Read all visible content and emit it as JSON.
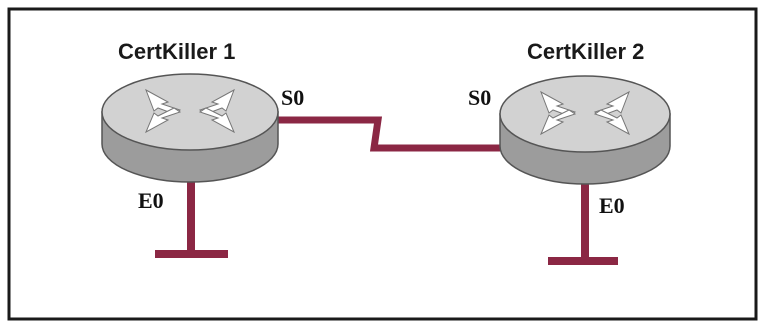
{
  "colors": {
    "frame": "#1a1a1a",
    "link": "#8b2744",
    "router_top": "#d2d2d2",
    "router_body": "#9c9c9c",
    "router_arrows": "#ffffff"
  },
  "routers": [
    {
      "name": "CertKiller 1",
      "icon": "router-icon",
      "serial_interface": "S0",
      "ethernet_interface": "E0"
    },
    {
      "name": "CertKiller 2",
      "icon": "router-icon",
      "serial_interface": "S0",
      "ethernet_interface": "E0"
    }
  ],
  "links": [
    {
      "type": "serial",
      "from": "CertKiller 1",
      "from_port": "S0",
      "to": "CertKiller 2",
      "to_port": "S0"
    }
  ]
}
